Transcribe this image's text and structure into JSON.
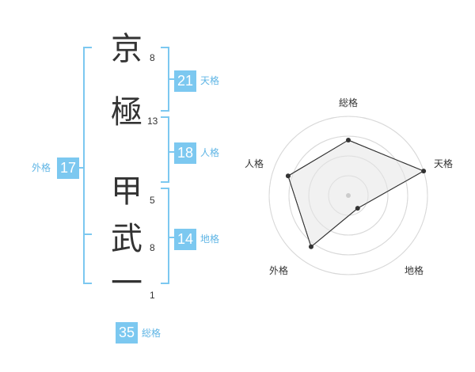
{
  "name": {
    "characters": [
      {
        "char": "京",
        "strokes": "8"
      },
      {
        "char": "極",
        "strokes": "13"
      },
      {
        "char": "甲",
        "strokes": "5"
      },
      {
        "char": "武",
        "strokes": "8"
      },
      {
        "char": "一",
        "strokes": "1"
      }
    ]
  },
  "fortunes": {
    "tenkaku": {
      "value": "21",
      "label": "天格"
    },
    "jinkaku": {
      "value": "18",
      "label": "人格"
    },
    "chikaku": {
      "value": "14",
      "label": "地格"
    },
    "gaikaku": {
      "value": "17",
      "label": "外格"
    },
    "soukaku": {
      "value": "35",
      "label": "総格"
    }
  },
  "colors": {
    "accent": "#7cc8f0",
    "label": "#5fb5e5",
    "text": "#333333",
    "radar_fill": "#efefef"
  },
  "chart_data": {
    "type": "radar",
    "axes": [
      "総格",
      "天格",
      "地格",
      "外格",
      "人格"
    ],
    "values": [
      3.5,
      5,
      1,
      4,
      4
    ],
    "max": 5,
    "rings": 4
  }
}
